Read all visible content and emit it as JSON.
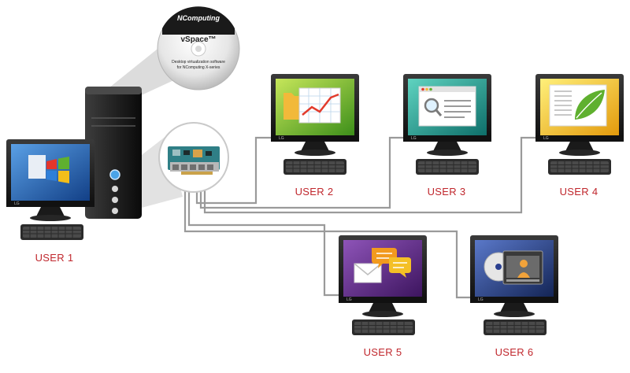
{
  "cd": {
    "brand": "NComputing",
    "product": "vSpace™",
    "caption_line1": "Desktop virtualization software",
    "caption_line2": "for NComputing X-series"
  },
  "monitor_brand": "LG",
  "users": [
    {
      "label": "USER 1",
      "screen_icon": "windows-logo-icon"
    },
    {
      "label": "USER 2",
      "screen_icon": "chart-document-icon"
    },
    {
      "label": "USER 3",
      "screen_icon": "browser-search-icon"
    },
    {
      "label": "USER 4",
      "screen_icon": "leaf-document-icon"
    },
    {
      "label": "USER 5",
      "screen_icon": "chat-mail-icon"
    },
    {
      "label": "USER 6",
      "screen_icon": "media-player-icon"
    }
  ],
  "colors": {
    "label_red": "#c0272d",
    "cable_gray": "#9a9a9a",
    "screen_blue": "#1f5ea8",
    "screen_green": "#7bbf2a",
    "screen_teal": "#2aa89a",
    "screen_yellow": "#f2c617",
    "screen_purple": "#6a2f8f",
    "screen_navy": "#2a3f8f"
  }
}
